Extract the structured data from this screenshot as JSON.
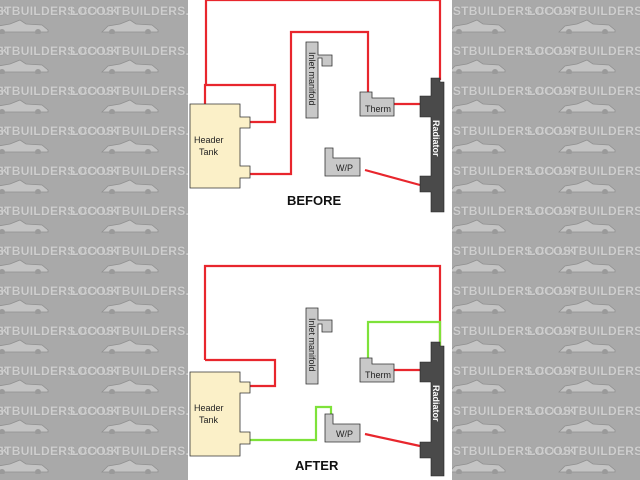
{
  "watermark": {
    "text": "LOCOSTBUILDERS.CO.UK"
  },
  "colors": {
    "old_hose": "#e8262d",
    "new_hose": "#7ee23a",
    "header_tank": "#fbf0c8",
    "component": "#c8c8c8",
    "radiator": "#4a4a4a"
  },
  "before": {
    "caption": "BEFORE",
    "header_tank_line1": "Header",
    "header_tank_line2": "Tank",
    "inlet_manifold": "Inlet manifold",
    "therm": "Therm",
    "water_pump": "W/P",
    "radiator": "Radiator"
  },
  "after": {
    "caption": "AFTER",
    "header_tank_line1": "Header",
    "header_tank_line2": "Tank",
    "inlet_manifold": "Inlet manifold",
    "therm": "Therm",
    "water_pump": "W/P",
    "radiator": "Radiator"
  }
}
